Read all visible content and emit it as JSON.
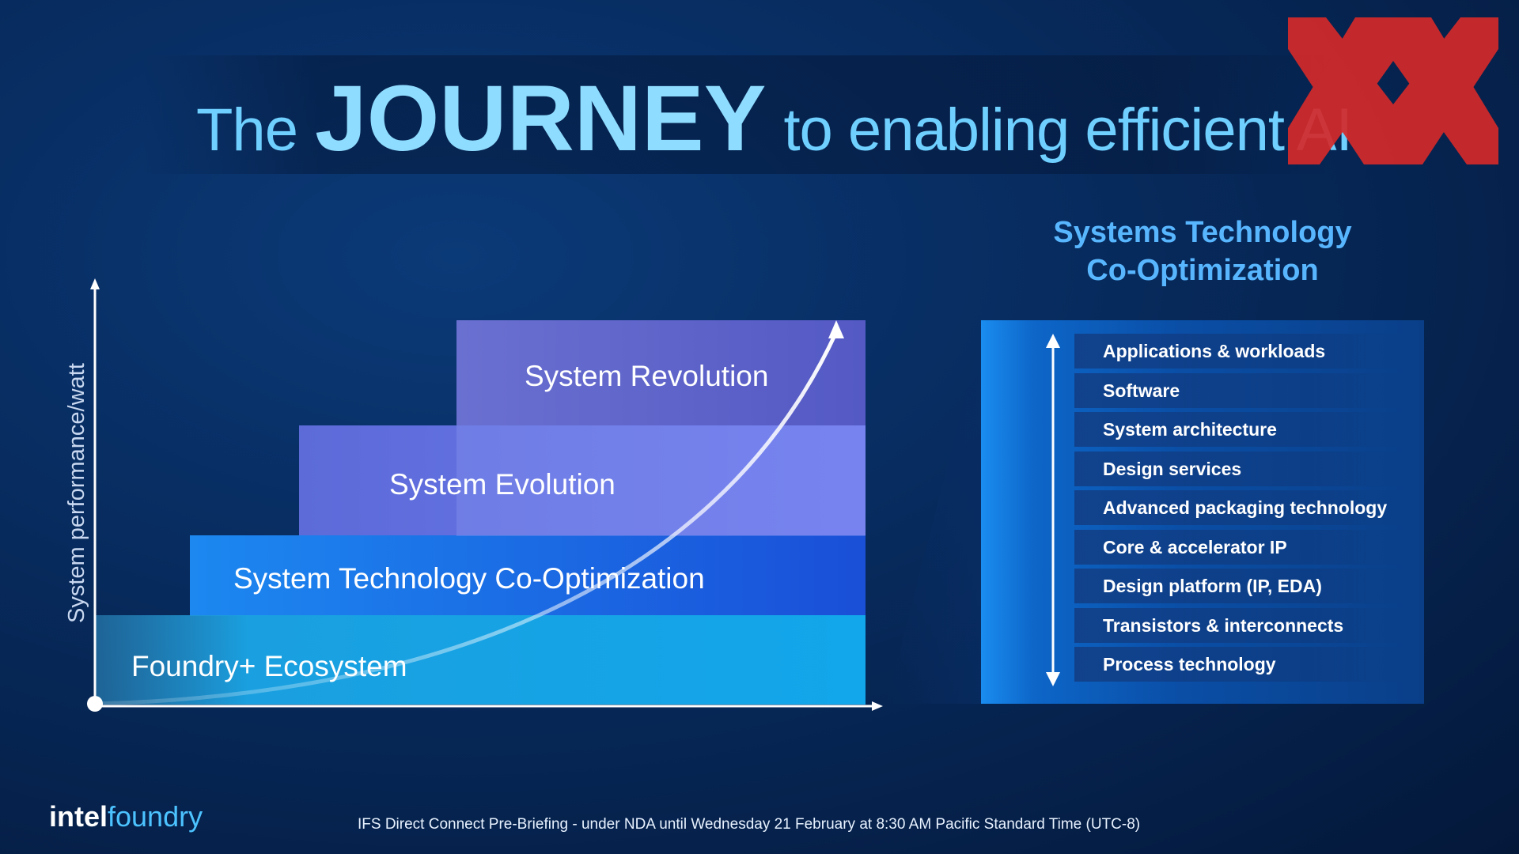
{
  "title": {
    "prefix": "The",
    "emphasis": "JOURNEY",
    "suffix": "to enabling efficient AI"
  },
  "brand_mark_color": "#d42a2a",
  "diagram": {
    "y_axis_label": "System performance/watt",
    "layers": [
      {
        "label": "Foundry+ Ecosystem",
        "color": "#18a8ea"
      },
      {
        "label": "System Technology Co-Optimization",
        "color": "#1a5fe0"
      },
      {
        "label": "System Evolution",
        "color": "#6f7ee8"
      },
      {
        "label": "System Revolution",
        "color": "#5c63c8"
      }
    ]
  },
  "panel": {
    "title_line1": "Systems Technology",
    "title_line2": "Co-Optimization",
    "items": [
      "Applications & workloads",
      "Software",
      "System architecture",
      "Design services",
      "Advanced packaging technology",
      "Core & accelerator IP",
      "Design platform (IP, EDA)",
      "Transistors & interconnects",
      "Process technology"
    ]
  },
  "footer": {
    "logo_word1": "intel",
    "logo_word2": "foundry",
    "note": "IFS Direct Connect Pre-Briefing - under NDA until Wednesday 21 February at 8:30 AM Pacific Standard Time (UTC-8)"
  }
}
